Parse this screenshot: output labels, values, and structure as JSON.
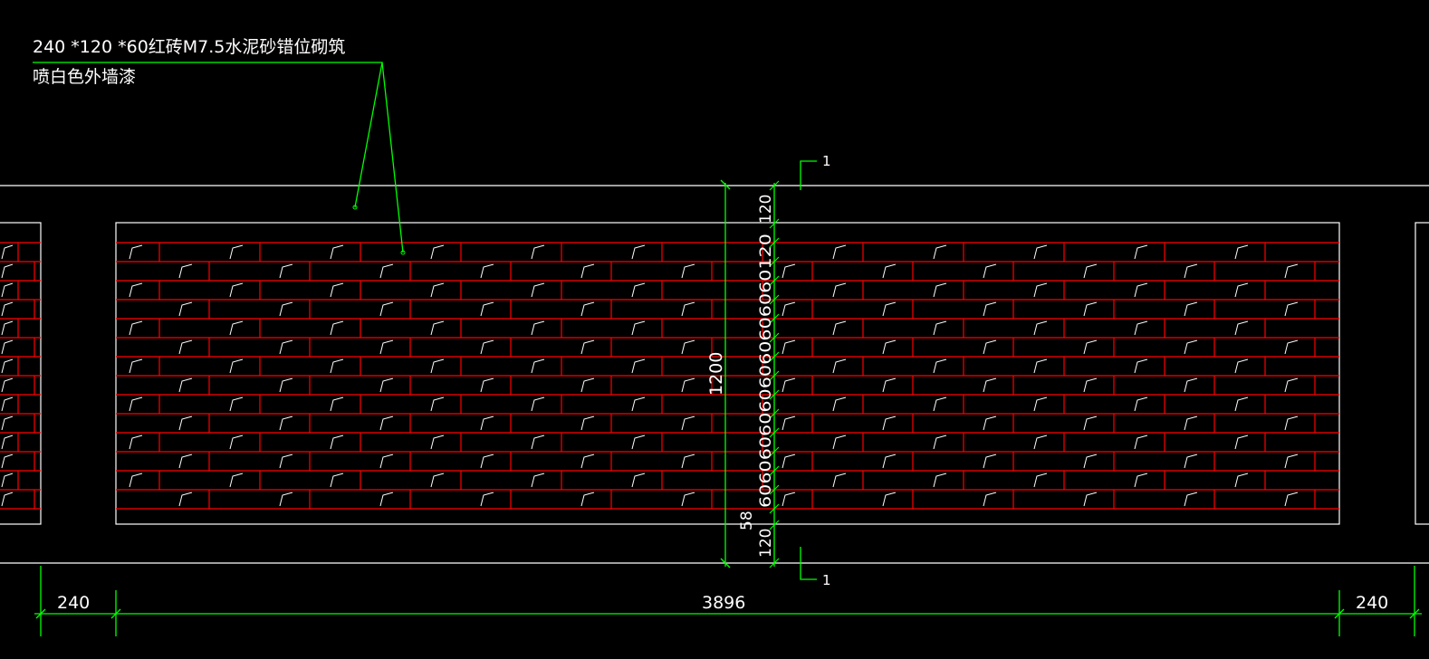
{
  "note": {
    "line1": "240 *120 *60红砖M7.5水泥砂错位砌筑",
    "line2": "喷白色外墙漆"
  },
  "section": {
    "top_label": "1",
    "bottom_label": "1"
  },
  "dims": {
    "left": "240",
    "middle": "3896",
    "right": "240",
    "height": "1200",
    "top_course": "120",
    "base_course": "120",
    "stack_text": "60606060606060606060120",
    "bottom_small": "58"
  },
  "colors": {
    "background": "#000000",
    "outline": "#ffffff",
    "brick": "#ff0000",
    "hatch": "#ffffff",
    "annotation": "#00ff00"
  }
}
